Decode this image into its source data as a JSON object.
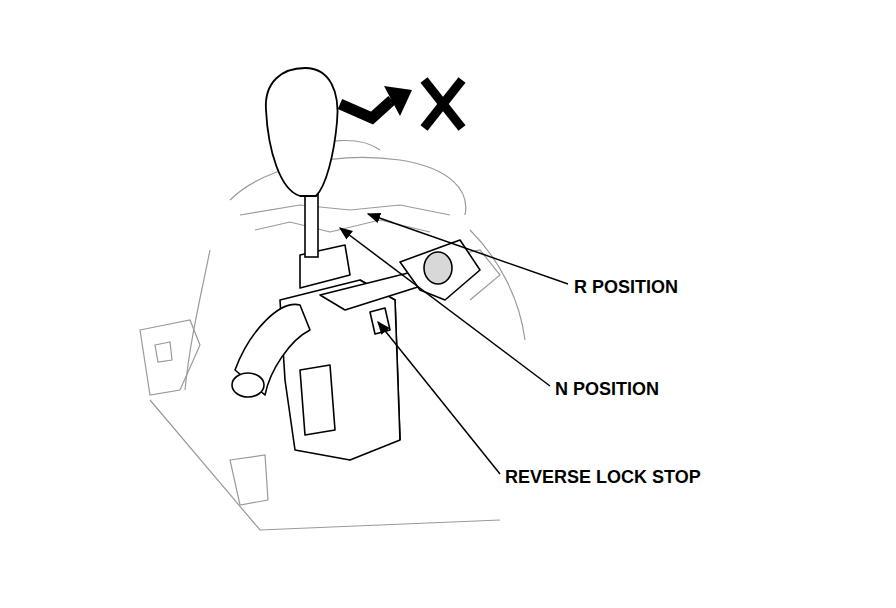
{
  "diagram": {
    "labels": [
      "R POSITION",
      "N POSITION",
      "REVERSE LOCK STOP"
    ]
  }
}
